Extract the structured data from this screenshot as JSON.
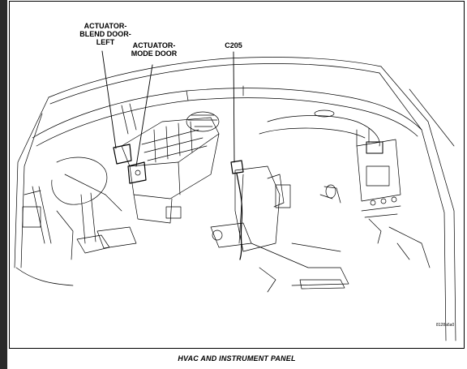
{
  "callouts": {
    "actuator_blend_door_left": "ACTUATOR-\nBLEND DOOR-\nLEFT",
    "actuator_mode_door": "ACTUATOR-\nMODE DOOR",
    "connector_c205": "C205"
  },
  "ref_code": "8128a6a0",
  "caption": "HVAC AND INSTRUMENT PANEL"
}
